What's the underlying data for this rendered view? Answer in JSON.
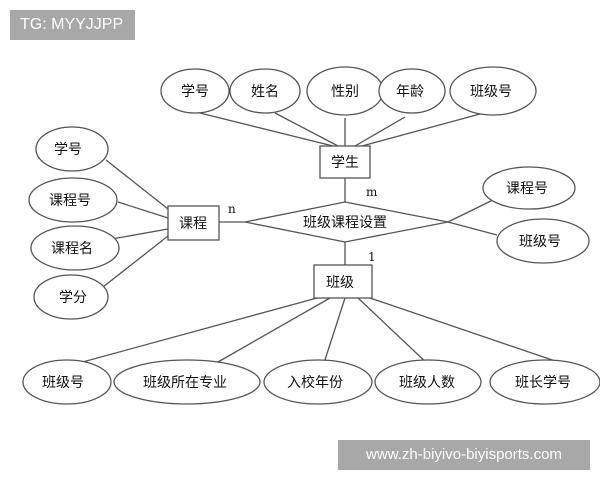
{
  "badges": {
    "top_left": "TG: MYYJJPP",
    "bottom_right": "www.zh-biyivo-biyisports.com"
  },
  "diagram": {
    "type": "ER diagram",
    "entities": [
      {
        "id": "student",
        "label": "学生",
        "attributes": [
          "学号",
          "姓名",
          "性别",
          "年龄",
          "班级号"
        ]
      },
      {
        "id": "course",
        "label": "课程",
        "attributes": [
          "学号",
          "课程号",
          "课程名",
          "学分"
        ]
      },
      {
        "id": "class",
        "label": "班级",
        "attributes": [
          "班级号",
          "班级所在专业",
          "入校年份",
          "班级人数",
          "班长学号"
        ]
      }
    ],
    "relationship": {
      "label": "班级课程设置",
      "attributes": [
        "课程号",
        "班级号"
      ],
      "cardinality": {
        "course": "n",
        "student": "m",
        "class": "1"
      }
    }
  }
}
